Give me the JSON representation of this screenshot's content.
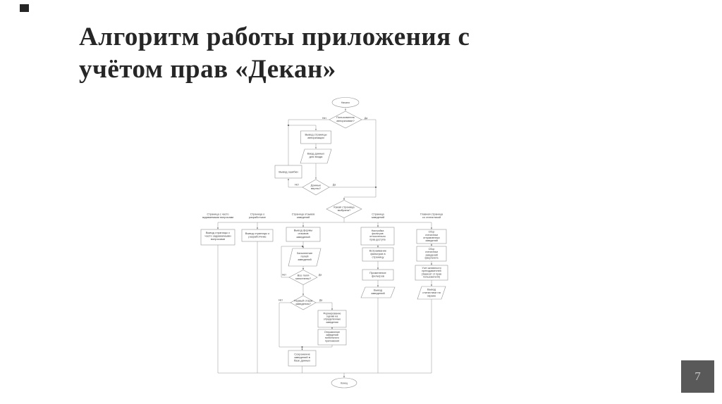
{
  "slide": {
    "title_line1": "Алгоритм работы приложения с",
    "title_line2": "учётом прав «Декан»",
    "page_number": "7",
    "accent_color": "#262626",
    "page_box_color": "#595959"
  },
  "flowchart": {
    "labels": {
      "yes": "Да",
      "no": "Нет"
    },
    "start": "Начало",
    "end": "Конец",
    "auth_check": [
      "Пользователь",
      "авторизован?"
    ],
    "auth_page": [
      "Вывод страницы",
      "авторизации"
    ],
    "login_input": [
      "Ввод данных",
      "для входа"
    ],
    "error_output": "Вывод ошибки",
    "data_check": [
      "Данные",
      "верны?"
    ],
    "page_select": [
      "Какая страница",
      "выбрана?"
    ],
    "faq": {
      "header": [
        "Страница с часто",
        "задаваемыми вопросами"
      ],
      "show": [
        "Вывод страницы с",
        "часто задаваемыми",
        "вопросами"
      ]
    },
    "dev": {
      "header": [
        "Страница о",
        "разработчике"
      ],
      "show": [
        "Вывод страницы о",
        "разработчике"
      ]
    },
    "reviews": {
      "header": [
        "Страница отзывов",
        "заведений"
      ],
      "form": [
        "Вывод формы",
        "отзывов",
        "заведений"
      ],
      "fill": [
        "Заполнение",
        "полей",
        "заведений"
      ],
      "fields_check": [
        "Все поля",
        "заполнены?"
      ],
      "first_check": [
        "Первый отзыв",
        "заведения?"
      ],
      "update": [
        "Формирование",
        "оценки на",
        "определенные",
        "заведения"
      ],
      "send": [
        "Отправление",
        "заведений",
        "мобильного",
        "приложения"
      ],
      "save": [
        "Сохранение",
        "заведений в",
        "базе данных"
      ]
    },
    "venues": {
      "header": [
        "Страница",
        "заведений"
      ],
      "setup": [
        "Настройка",
        "фильтров",
        "относительно",
        "прав доступа"
      ],
      "embed": [
        "Встраивание",
        "фильтров в",
        "страницу"
      ],
      "apply": [
        "Применение",
        "фильтров"
      ],
      "output": [
        "Вывод",
        "заведений"
      ]
    },
    "stats": {
      "header": [
        "Главная страница",
        "со статистикой"
      ],
      "sent": [
        "Сбор",
        "статистики",
        "отправленных",
        "заведений"
      ],
      "faculty": [
        "Сбор",
        "статистики",
        "заведений",
        "факультета"
      ],
      "activity": [
        "Учет активности",
        "преподавателей",
        "(Зависит от прав",
        "пользователя)"
      ],
      "output": [
        "Вывод",
        "статистики на",
        "экране"
      ]
    }
  }
}
